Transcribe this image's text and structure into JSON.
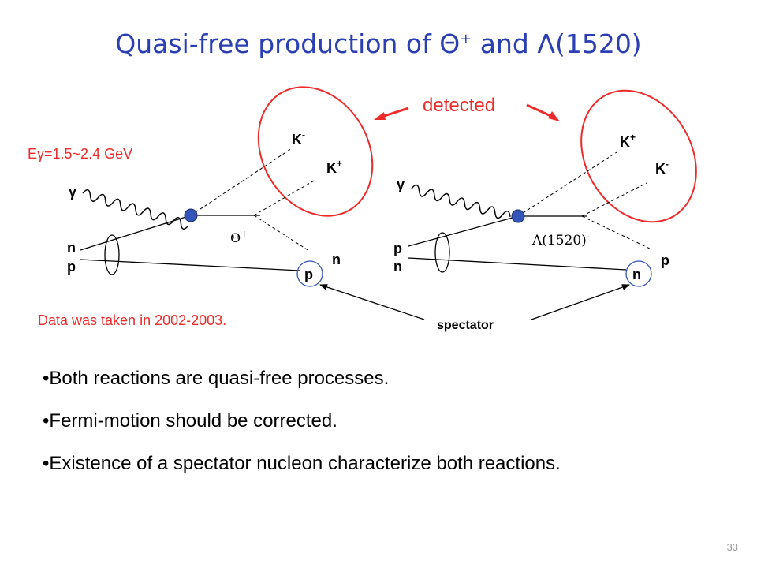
{
  "title": {
    "prefix": "Quasi-free production of ",
    "theta": "Θ",
    "theta_sup": "+",
    "middle": " and ",
    "lambda": "Λ",
    "suffix": "(1520)"
  },
  "diagram": {
    "detected_label": "detected",
    "energy_label": {
      "prefix": "E",
      "gamma": "γ",
      "value": "=1.5~2.4 GeV"
    },
    "left": {
      "gamma": "γ",
      "initial_top": "n",
      "initial_bottom": "p",
      "k_upper": "K",
      "k_upper_sup": "-",
      "k_lower": "K",
      "k_lower_sup": "+",
      "intermediate": "Θ",
      "intermediate_sup": "+",
      "outgoing": "n",
      "spectator": "p"
    },
    "right": {
      "gamma": "γ",
      "initial_top": "p",
      "initial_bottom": "n",
      "k_upper": "K",
      "k_upper_sup": "+",
      "k_lower": "K",
      "k_lower_sup": "-",
      "intermediate": "Λ(1520)",
      "outgoing": "p",
      "spectator": "n"
    },
    "spectator_label": "spectator",
    "data_note": "Data was taken in 2002-2003."
  },
  "bullets": [
    "Both reactions are quasi-free processes.",
    "Fermi-motion should be corrected.",
    "Existence of a spectator nucleon characterize both reactions."
  ],
  "page_number": "33",
  "colors": {
    "title": "#2b3fb3",
    "accent_red": "#ee2b2b",
    "vertex": "#3354b8"
  }
}
